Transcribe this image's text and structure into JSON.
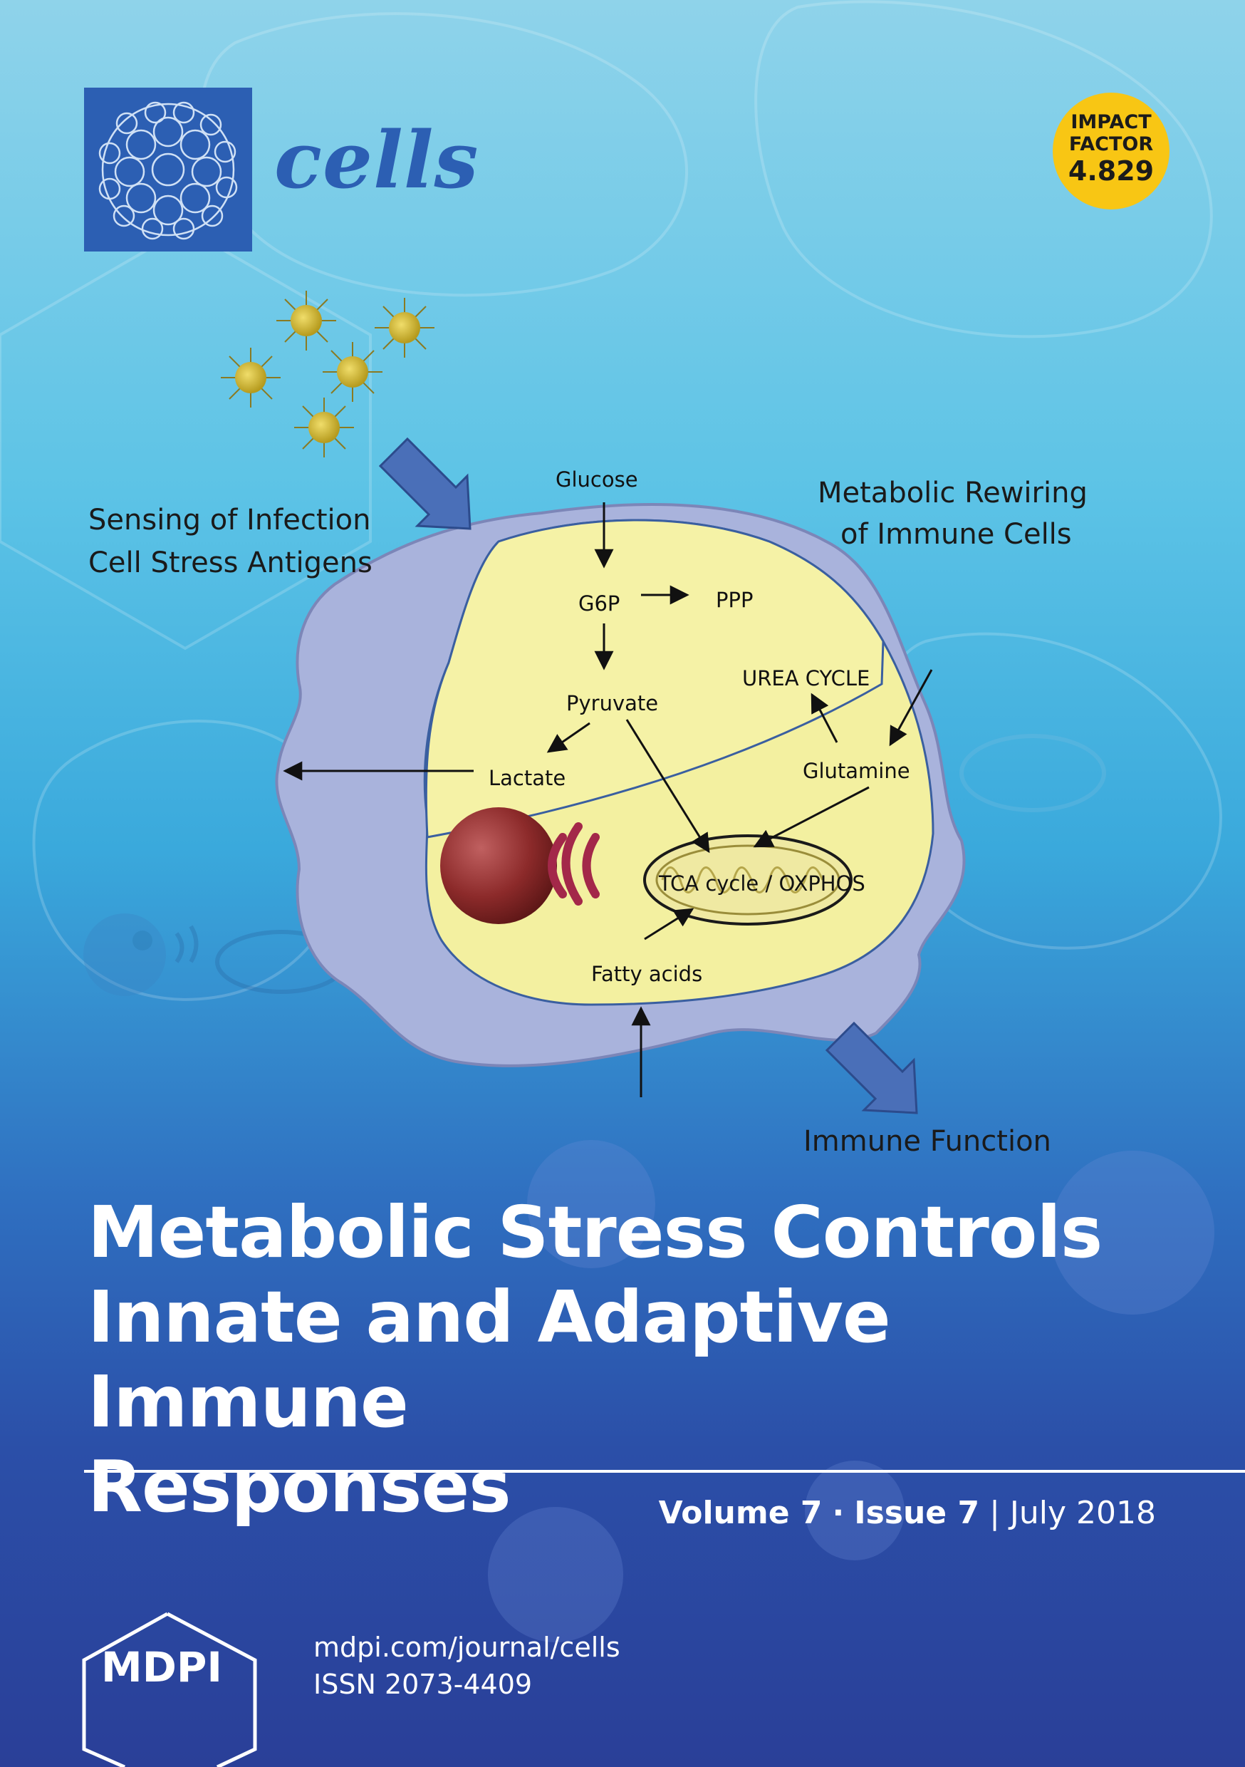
{
  "journal": {
    "name": "cells",
    "impact_label_1": "IMPACT",
    "impact_label_2": "FACTOR",
    "impact_value": "4.829"
  },
  "diagram": {
    "sensing_line_1": "Sensing of Infection",
    "sensing_line_2": "Cell Stress Antigens",
    "rewiring_line_1": "Metabolic Rewiring",
    "rewiring_line_2": "of Immune Cells",
    "immune_function": "Immune Function",
    "glucose": "Glucose",
    "g6p": "G6P",
    "ppp": "PPP",
    "pyruvate": "Pyruvate",
    "urea_cycle": "UREA CYCLE",
    "lactate": "Lactate",
    "glutamine": "Glutamine",
    "tca": "TCA cycle / OXPHOS",
    "fatty_acids": "Fatty acids"
  },
  "title": {
    "line_1": "Metabolic Stress Controls",
    "line_2": "Innate and Adaptive Immune",
    "line_3": "Responses"
  },
  "issue": {
    "volume": "Volume 7",
    "separator": "·",
    "issue": "Issue 7",
    "divider": "|",
    "date": "July 2018"
  },
  "publisher": {
    "name": "MDPI",
    "url": "mdpi.com/journal/cells",
    "issn": "ISSN 2073-4409"
  },
  "colors": {
    "brand_blue": "#2c5fb3",
    "impact_yellow": "#f8c614",
    "cell_yellow": "#f3f0a0",
    "cell_membrane": "#a9b3dc"
  }
}
